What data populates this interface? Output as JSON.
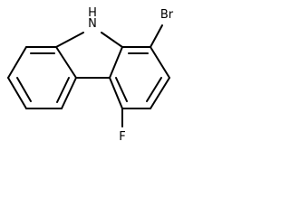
{
  "molecule": {
    "atoms": {
      "nh": "N\nH",
      "n_label": "N",
      "h_label": "H",
      "br": "Br",
      "f": "F"
    },
    "colors": {
      "bond": "#000000",
      "label": "#000000",
      "background": "#ffffff"
    }
  }
}
